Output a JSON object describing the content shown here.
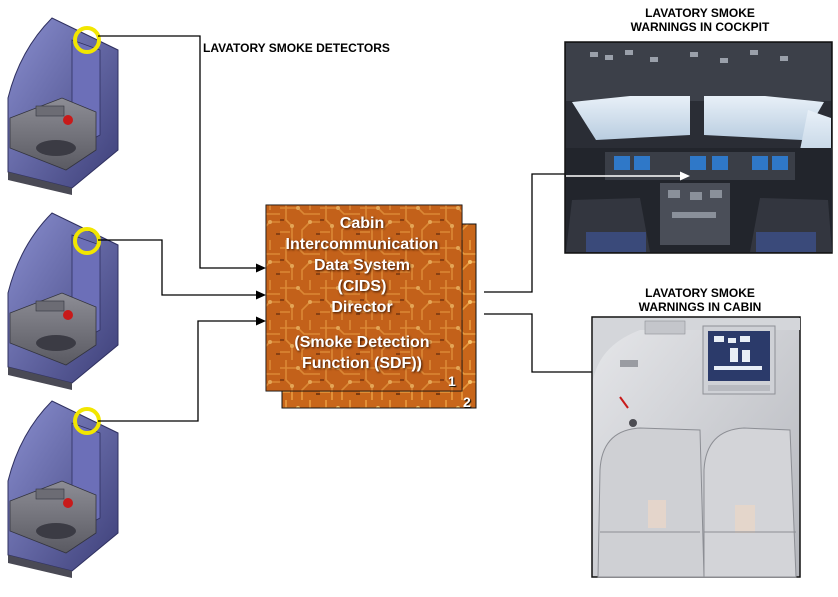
{
  "labels": {
    "detectors": "LAVATORY SMOKE DETECTORS",
    "cockpit_line1": "LAVATORY SMOKE",
    "cockpit_line2": "WARNINGS IN COCKPIT",
    "cabin_line1": "LAVATORY SMOKE",
    "cabin_line2": "WARNINGS IN CABIN"
  },
  "cids": {
    "line1": "Cabin",
    "line2": "Intercommunication",
    "line3": "Data System",
    "line4": "(CIDS)",
    "line5": "Director",
    "line6": "(Smoke Detection",
    "line7": "Function (SDF))",
    "unit1": "1",
    "unit2": "2"
  },
  "colors": {
    "detector_ring": "#f2e600",
    "cids_board": "#c8661a",
    "lavatory_wall": "#5c5fa8",
    "line": "#000000",
    "pointer": "#ffffff"
  }
}
